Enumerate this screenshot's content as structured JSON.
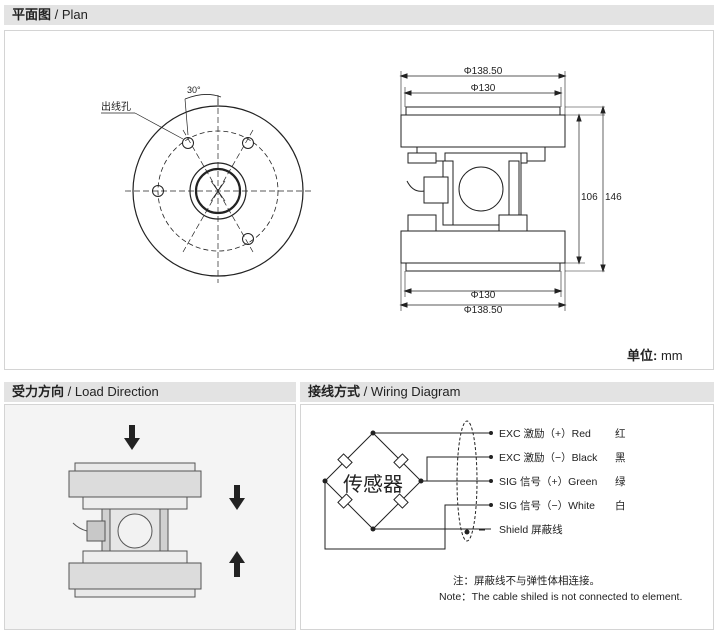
{
  "plan": {
    "title_cn": "平面图",
    "title_en": "Plan",
    "angle": "30°",
    "hole_label": "出线孔",
    "dim_outer": "Φ138.50",
    "dim_inner": "Φ130",
    "dim_h_inner": "106",
    "dim_h_outer": "146",
    "unit_label": "单位:",
    "unit_value": "mm"
  },
  "load": {
    "title_cn": "受力方向",
    "title_en": "Load Direction"
  },
  "wiring": {
    "title_cn": "接线方式",
    "title_en": "Wiring Diagram",
    "sensor_label": "传感器",
    "wires": [
      {
        "text": "EXC 激励（+）Red",
        "cn": "红",
        "color": "#d22"
      },
      {
        "text": "EXC 激励（−）Black",
        "cn": "黑",
        "color": "#222"
      },
      {
        "text": "SIG 信号（+）Green",
        "cn": "绿",
        "color": "#2a2"
      },
      {
        "text": "SIG 信号（−）White",
        "cn": "白",
        "color": "#999"
      },
      {
        "text": "Shield  屏蔽线",
        "cn": "",
        "color": "#555"
      }
    ],
    "note_cn": "注：屏蔽线不与弹性体相连接。",
    "note_en": "Note：The cable shiled is not connected to element."
  }
}
